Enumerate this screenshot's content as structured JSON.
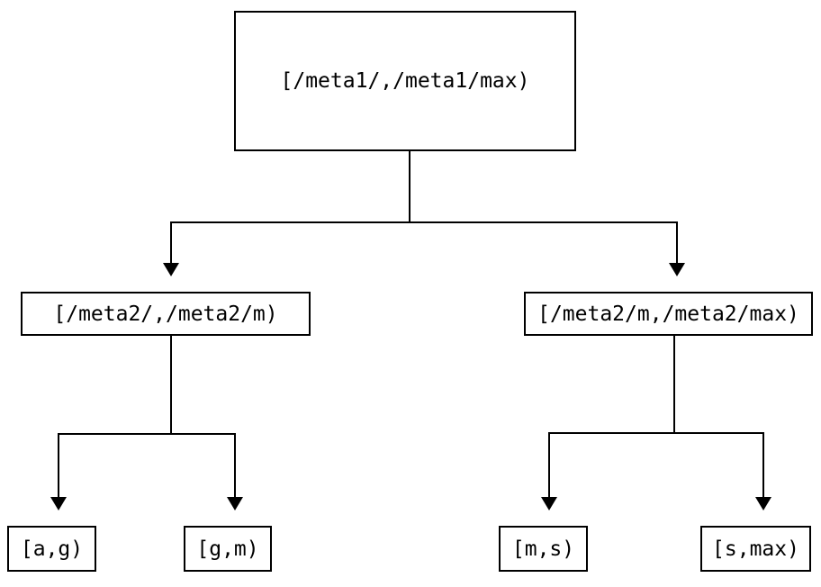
{
  "diagram": {
    "type": "tree",
    "description": "Key range partition tree",
    "colors": {
      "background": "#ffffff",
      "node_border": "#000000",
      "node_fill": "#ffffff",
      "edge": "#000000",
      "text": "#000000"
    }
  },
  "tree": {
    "root": {
      "label": "[/meta1/,/meta1/max)",
      "children": [
        {
          "label": "[/meta2/,/meta2/m)",
          "children": [
            {
              "label": "[a,g)"
            },
            {
              "label": "[g,m)"
            }
          ]
        },
        {
          "label": "[/meta2/m,/meta2/max)",
          "children": [
            {
              "label": "[m,s)"
            },
            {
              "label": "[s,max)"
            }
          ]
        }
      ]
    }
  }
}
